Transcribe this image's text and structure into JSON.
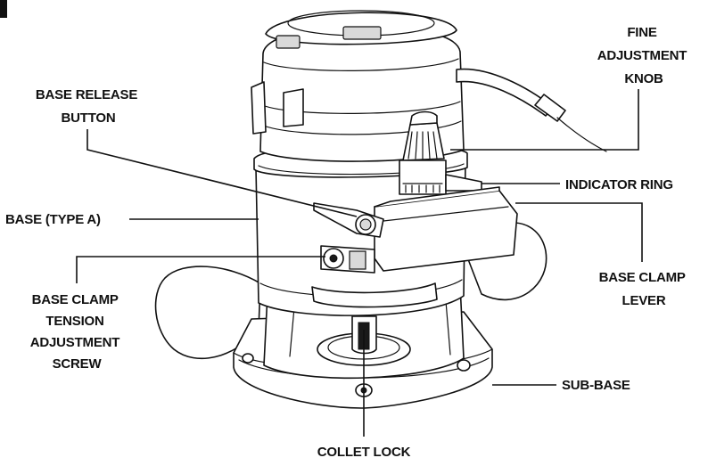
{
  "diagram": {
    "colors": {
      "ink": "#111111",
      "background": "#ffffff",
      "shade": "#d9d9d9"
    },
    "labels": [
      {
        "id": "fine_adjustment_knob",
        "lines": [
          "FINE",
          "ADJUSTMENT",
          "KNOB"
        ]
      },
      {
        "id": "base_release_button",
        "lines": [
          "BASE RELEASE",
          "BUTTON"
        ]
      },
      {
        "id": "indicator_ring",
        "lines": [
          "INDICATOR RING"
        ]
      },
      {
        "id": "base_type_a",
        "lines": [
          "BASE (TYPE A)"
        ]
      },
      {
        "id": "base_clamp_lever",
        "lines": [
          "BASE CLAMP",
          "LEVER"
        ]
      },
      {
        "id": "base_clamp_tension_adjustment_screw",
        "lines": [
          "BASE CLAMP",
          "TENSION",
          "ADJUSTMENT",
          "SCREW"
        ]
      },
      {
        "id": "sub_base",
        "lines": [
          "SUB-BASE"
        ]
      },
      {
        "id": "collet_lock",
        "lines": [
          "COLLET LOCK"
        ]
      }
    ]
  }
}
